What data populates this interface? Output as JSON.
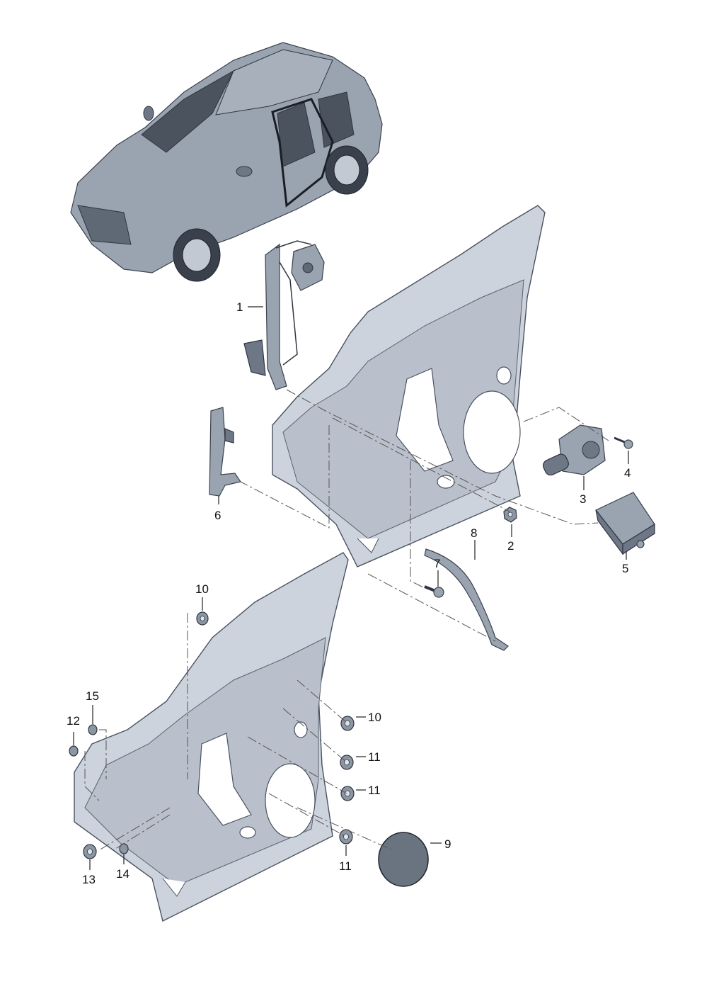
{
  "callouts": {
    "c1": "1",
    "c2": "2",
    "c3": "3",
    "c4": "4",
    "c5": "5",
    "c6": "6",
    "c7": "7",
    "c8": "8",
    "c9": "9",
    "c10a": "10",
    "c10b": "10",
    "c11a": "11",
    "c11b": "11",
    "c11c": "11",
    "c12": "12",
    "c13": "13",
    "c14": "14",
    "c15": "15"
  },
  "colors": {
    "body": "#8e97a6",
    "panel": "#cdd3dc",
    "line": "#3a414d",
    "background": "#ffffff"
  }
}
